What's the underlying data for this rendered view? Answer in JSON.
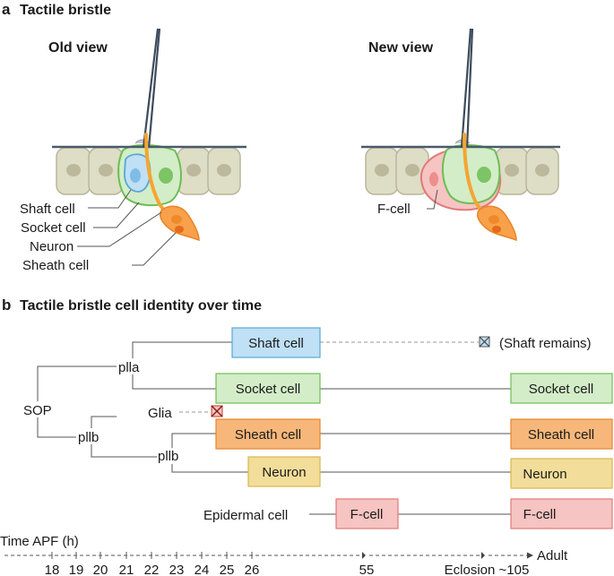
{
  "panel_a": {
    "letter": "a",
    "title": "Tactile bristle",
    "old_view": {
      "title": "Old view",
      "labels": [
        "Shaft cell",
        "Socket cell",
        "Neuron",
        "Sheath cell"
      ]
    },
    "new_view": {
      "title": "New view",
      "labels": [
        "F-cell"
      ]
    }
  },
  "panel_b": {
    "letter": "b",
    "title": "Tactile bristle cell identity over time",
    "tree": {
      "sop": "SOP",
      "plla": "plla",
      "pllb": "pllb",
      "pllb2": "pllb",
      "glia": "Glia",
      "epidermal": "Epidermal cell"
    },
    "boxes_left": {
      "shaft": "Shaft cell",
      "socket": "Socket cell",
      "sheath": "Sheath cell",
      "neuron": "Neuron",
      "fcell": "F-cell"
    },
    "boxes_right": {
      "socket": "Socket cell",
      "sheath": "Sheath cell",
      "neuron": "Neuron",
      "fcell": "F-cell"
    },
    "shaft_remains": "(Shaft remains)",
    "colors": {
      "shaft": "#bfe0f5",
      "socket": "#d3edc8",
      "sheath": "#f7b77a",
      "neuron": "#f3dd9a",
      "fcell": "#f6c4c2",
      "epidermis": "#deddc5",
      "nerve": "#f4a532"
    },
    "timeline": {
      "label": "Time APF (h)",
      "ticks": [
        "18",
        "19",
        "20",
        "21",
        "22",
        "23",
        "24",
        "25",
        "26",
        "55",
        "Eclosion ~105"
      ],
      "end_label": "Adult"
    }
  }
}
